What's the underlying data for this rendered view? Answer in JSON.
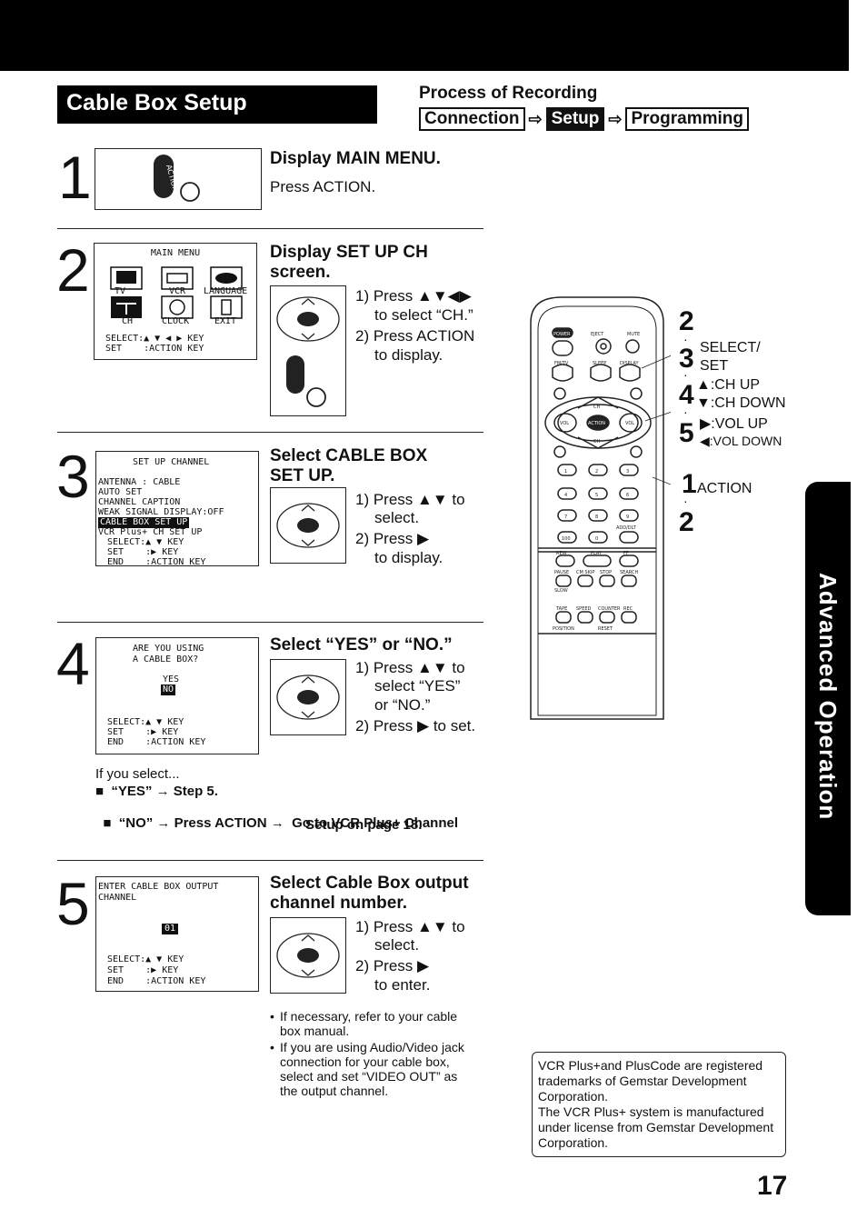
{
  "header": {
    "section_title": "Cable Box Setup",
    "process_label": "Process of Recording",
    "flow": [
      "Connection",
      "Setup",
      "Programming"
    ]
  },
  "steps": {
    "s1": {
      "num": "1",
      "title": "Display MAIN MENU.",
      "text": "Press ACTION.",
      "action_label": "ACTION"
    },
    "s2": {
      "num": "2",
      "title_l1": "Display SET UP CH",
      "title_l2": "screen.",
      "i1a": "1) Press ▲▼◀▶",
      "i1b": "to select “CH.”",
      "i2a": "2) Press ACTION",
      "i2b": "to display.",
      "screen": {
        "title": "MAIN MENU",
        "icons": [
          "TV",
          "VCR",
          "LANGUAGE",
          "CH",
          "CLOCK",
          "EXIT"
        ],
        "l1": "SELECT:▲ ▼ ◀ ▶ KEY",
        "l2": "SET    :ACTION KEY"
      }
    },
    "s3": {
      "num": "3",
      "title_l1": "Select CABLE BOX",
      "title_l2": "SET UP.",
      "i1a": "1) Press ▲▼ to",
      "i1b": "select.",
      "i2a": "2) Press ▶",
      "i2b": "to display.",
      "screen": {
        "title": "SET UP CHANNEL",
        "lines": [
          "ANTENNA : CABLE",
          "AUTO SET",
          "CHANNEL CAPTION",
          "WEAK SIGNAL DISPLAY:OFF",
          "CABLE BOX SET UP",
          "VCR Plus+ CH SET UP"
        ],
        "l1": "SELECT:▲ ▼ KEY",
        "l2": "SET    :▶ KEY",
        "l3": "END    :ACTION KEY"
      }
    },
    "s4": {
      "num": "4",
      "title": "Select “YES” or “NO.”",
      "i1a": "1) Press ▲▼ to",
      "i1b": "select “YES”",
      "i1c": "or “NO.”",
      "i2": "2) Press ▶ to set.",
      "screen": {
        "q1": "ARE YOU USING",
        "q2": "A CABLE BOX?",
        "yes": "YES",
        "no": "NO",
        "l1": "SELECT:▲ ▼ KEY",
        "l2": "SET    :▶ KEY",
        "l3": "END    :ACTION KEY"
      },
      "if_select": "If you select...",
      "opt1": "“YES” → Step 5.",
      "opt2a": "“NO” → Press ACTION →  Go to VCR Plus+ Channel",
      "opt2b": "Setup on page 18."
    },
    "s5": {
      "num": "5",
      "title_l1": "Select Cable Box output",
      "title_l2": "channel number.",
      "i1a": "1) Press ▲▼ to",
      "i1b": "select.",
      "i2a": "2) Press ▶",
      "i2b": "to enter.",
      "screen": {
        "t1": "ENTER CABLE BOX OUTPUT",
        "t2": "CHANNEL",
        "val": "01",
        "l1": "SELECT:▲ ▼ KEY",
        "l2": "SET    :▶ KEY",
        "l3": "END    :ACTION KEY"
      },
      "bullets": [
        [
          "If necessary, refer to your cable",
          "box manual."
        ],
        [
          "If you are using Audio/Video jack",
          "connection for your cable box,",
          "select and set “VIDEO OUT” as",
          "the output channel."
        ]
      ]
    }
  },
  "remote_labels": {
    "n2": "2",
    "n3": "3",
    "t3": "SELECT/",
    "t3b": "SET",
    "n4": "4",
    "t4a": "▲:CH UP",
    "t4b": "▼:CH DOWN",
    "n5": "5",
    "t5a": "▶:VOL UP",
    "t5b": "◀:VOL DOWN",
    "n1": "1",
    "t1": "ACTION",
    "n2b": "2"
  },
  "remote_buttons": {
    "power": "POWER",
    "eject": "EJECT",
    "mute": "MUTE",
    "fmtv": "FM/TV",
    "sleep": "SLEEP",
    "display": "DISPLAY",
    "ch": "CH",
    "vol": "VOL",
    "action": "ACTION",
    "ffw": "FF",
    "rew": "REW",
    "play": "PLAY",
    "digits": [
      "1",
      "2",
      "3",
      "4",
      "5",
      "6",
      "7",
      "8",
      "9",
      "100",
      "0",
      "ADD/DLT"
    ],
    "row_a": [
      "PAUSE",
      "CM SKIP",
      "STOP",
      "SEARCH"
    ],
    "row_b": [
      "TAPE",
      "SPEED",
      "COUNTER",
      "REC"
    ],
    "row_c": [
      "POSITION",
      "RESET"
    ],
    "slow": "SLOW"
  },
  "side_tab": "Advanced Operation",
  "trademark_note": [
    "VCR Plus+and PlusCode are registered",
    "trademarks of Gemstar Development",
    "Corporation.",
    "The VCR Plus+ system is manufactured",
    "under license from Gemstar Development",
    "Corporation."
  ],
  "page_number": "17"
}
